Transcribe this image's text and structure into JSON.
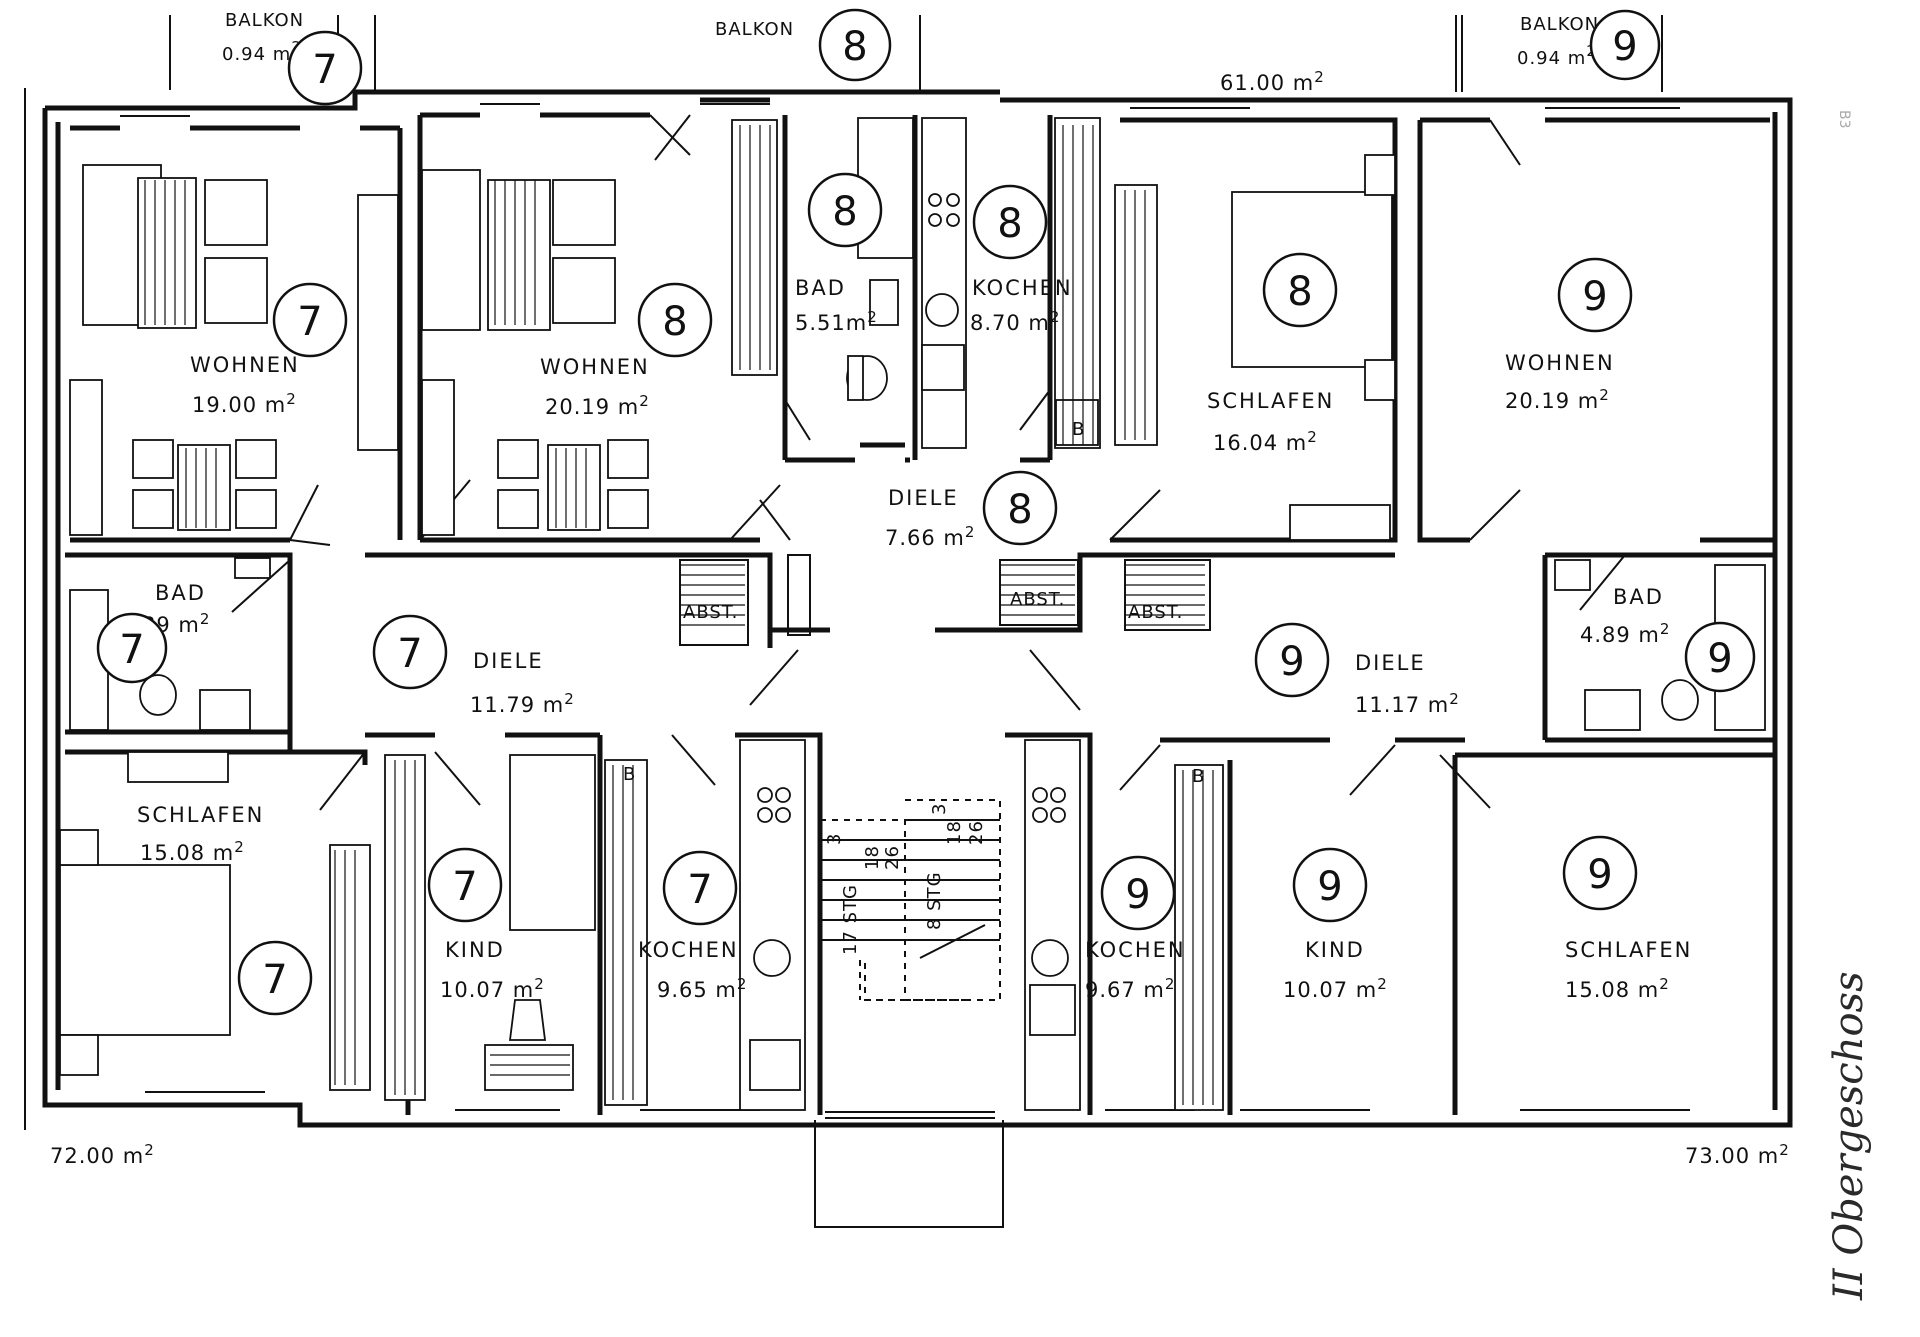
{
  "plan": {
    "totals": {
      "left": "72.00 m",
      "right": "73.00 m",
      "top": "61.00 m"
    },
    "side_note": "II Obergeschoss",
    "balconies": [
      {
        "label": "BALKON",
        "area": "0.94 m",
        "unit": "7"
      },
      {
        "label": "BALKON",
        "area": "",
        "unit": "8"
      },
      {
        "label": "BALKON",
        "area": "0.94 m",
        "unit": "9"
      }
    ],
    "rooms": [
      {
        "id": "w7",
        "label": "WOHNEN",
        "area": "19.00 m",
        "unit": "7"
      },
      {
        "id": "w8",
        "label": "WOHNEN",
        "area": "20.19 m",
        "unit": "8"
      },
      {
        "id": "bad8",
        "label": "BAD",
        "area": "5.51m",
        "unit": "8"
      },
      {
        "id": "koch8",
        "label": "KOCHEN",
        "area": "8.70 m",
        "unit": "8"
      },
      {
        "id": "schl8",
        "label": "SCHLAFEN",
        "area": "16.04 m",
        "unit": "8"
      },
      {
        "id": "w9",
        "label": "WOHNEN",
        "area": "20.19 m",
        "unit": "9"
      },
      {
        "id": "diele8",
        "label": "DIELE",
        "area": "7.66 m",
        "unit": "8"
      },
      {
        "id": "bad7",
        "label": "BAD",
        "area": "4.89 m",
        "unit": "7"
      },
      {
        "id": "diele7",
        "label": "DIELE",
        "area": "11.79  m",
        "unit": "7"
      },
      {
        "id": "bad9",
        "label": "BAD",
        "area": "4.89 m",
        "unit": "9"
      },
      {
        "id": "diele9",
        "label": "DIELE",
        "area": "11.17  m",
        "unit": "9"
      },
      {
        "id": "schl7",
        "label": "SCHLAFEN",
        "area": "15.08 m",
        "unit": "7"
      },
      {
        "id": "kind7",
        "label": "KIND",
        "area": "10.07 m",
        "unit": "7"
      },
      {
        "id": "koch7",
        "label": "KOCHEN",
        "area": "9.65 m",
        "unit": "7"
      },
      {
        "id": "koch9",
        "label": "KOCHEN",
        "area": "9.67  m",
        "unit": "9"
      },
      {
        "id": "kind9",
        "label": "KIND",
        "area": "10.07 m",
        "unit": "9"
      },
      {
        "id": "schl9",
        "label": "SCHLAFEN",
        "area": "15.08 m",
        "unit": "9"
      }
    ],
    "abst": [
      "ABST.",
      "ABST.",
      "ABST."
    ],
    "stairs": [
      {
        "steps": "17 STG",
        "rise": "18",
        "run": "26",
        "mark": "3"
      },
      {
        "steps": "8 STG",
        "rise": "18",
        "run": "26",
        "mark": "3"
      }
    ],
    "small_marks": {
      "b": "B",
      "sup": "2"
    }
  }
}
